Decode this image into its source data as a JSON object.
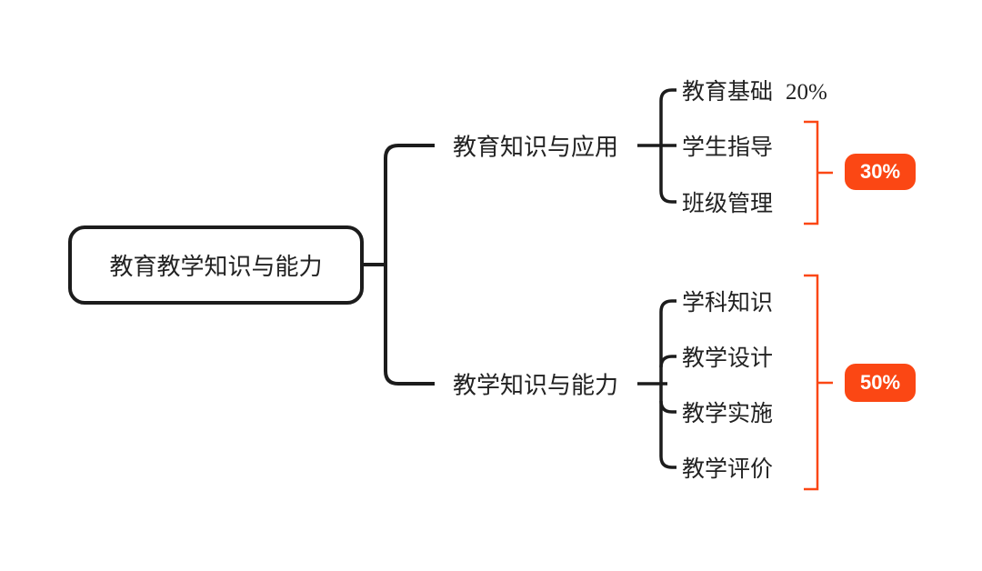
{
  "colors": {
    "accent_orange": "#FB4714",
    "line_black": "#1C1C1C",
    "text": "#222222",
    "badge_text": "#FFFFFF",
    "background": "#FFFFFF"
  },
  "root": {
    "label": "教育教学知识与能力"
  },
  "branches": [
    {
      "label": "教育知识与应用",
      "children": [
        {
          "label": "教育基础",
          "weight": "20%"
        },
        {
          "label": "学生指导"
        },
        {
          "label": "班级管理"
        }
      ],
      "badge": "30%"
    },
    {
      "label": "教学知识与能力",
      "children": [
        {
          "label": "学科知识"
        },
        {
          "label": "教学设计"
        },
        {
          "label": "教学实施"
        },
        {
          "label": "教学评价"
        }
      ],
      "badge": "50%"
    }
  ]
}
